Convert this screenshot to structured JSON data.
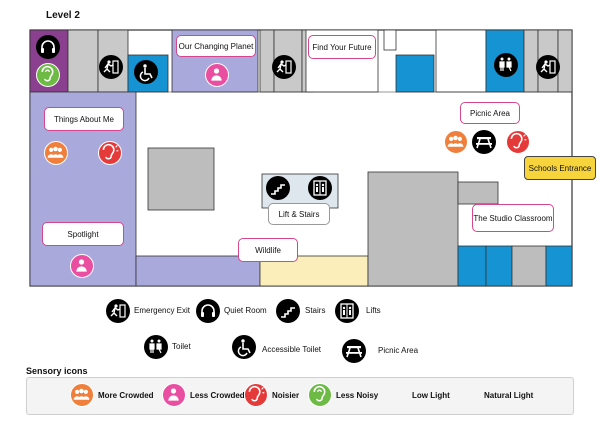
{
  "level_title": "Level 2",
  "rooms": {
    "our_changing_planet": "Our Changing Planet",
    "find_your_future": "Find Your Future",
    "things_about_me": "Things About Me",
    "picnic_area": "Picnic Area",
    "schools_entrance": "Schools Entrance",
    "lift_and_stairs": "Lift & Stairs",
    "the_studio_classroom": "The Studio Classroom",
    "spotlight": "Spotlight",
    "wildlife": "Wildlife"
  },
  "key": {
    "emergency_exit": "Emergency Exit",
    "quiet_room": "Quiet Room",
    "stairs": "Stairs",
    "lifts": "Lifts",
    "toilet": "Toilet",
    "accessible_toilet": "Accessible Toilet",
    "picnic_area": "Picnic Area"
  },
  "sensory": {
    "title": "Sensory icons",
    "more_crowded": "More Crowded",
    "less_crowded": "Less Crowded",
    "noisier": "Noisier",
    "less_noisy": "Less Noisy",
    "low_light": "Low Light",
    "natural_light": "Natural Light"
  },
  "colors": {
    "lavender": "#a9a9dc",
    "purple": "#8a3f8f",
    "blue": "#1693d2",
    "grey": "#bdbdbd",
    "sand": "#fbeebb",
    "pink": "#e94ea1",
    "orange": "#ef7f3a",
    "red": "#e53a3a",
    "green": "#6dbb45",
    "yellow": "#f7d43c"
  }
}
